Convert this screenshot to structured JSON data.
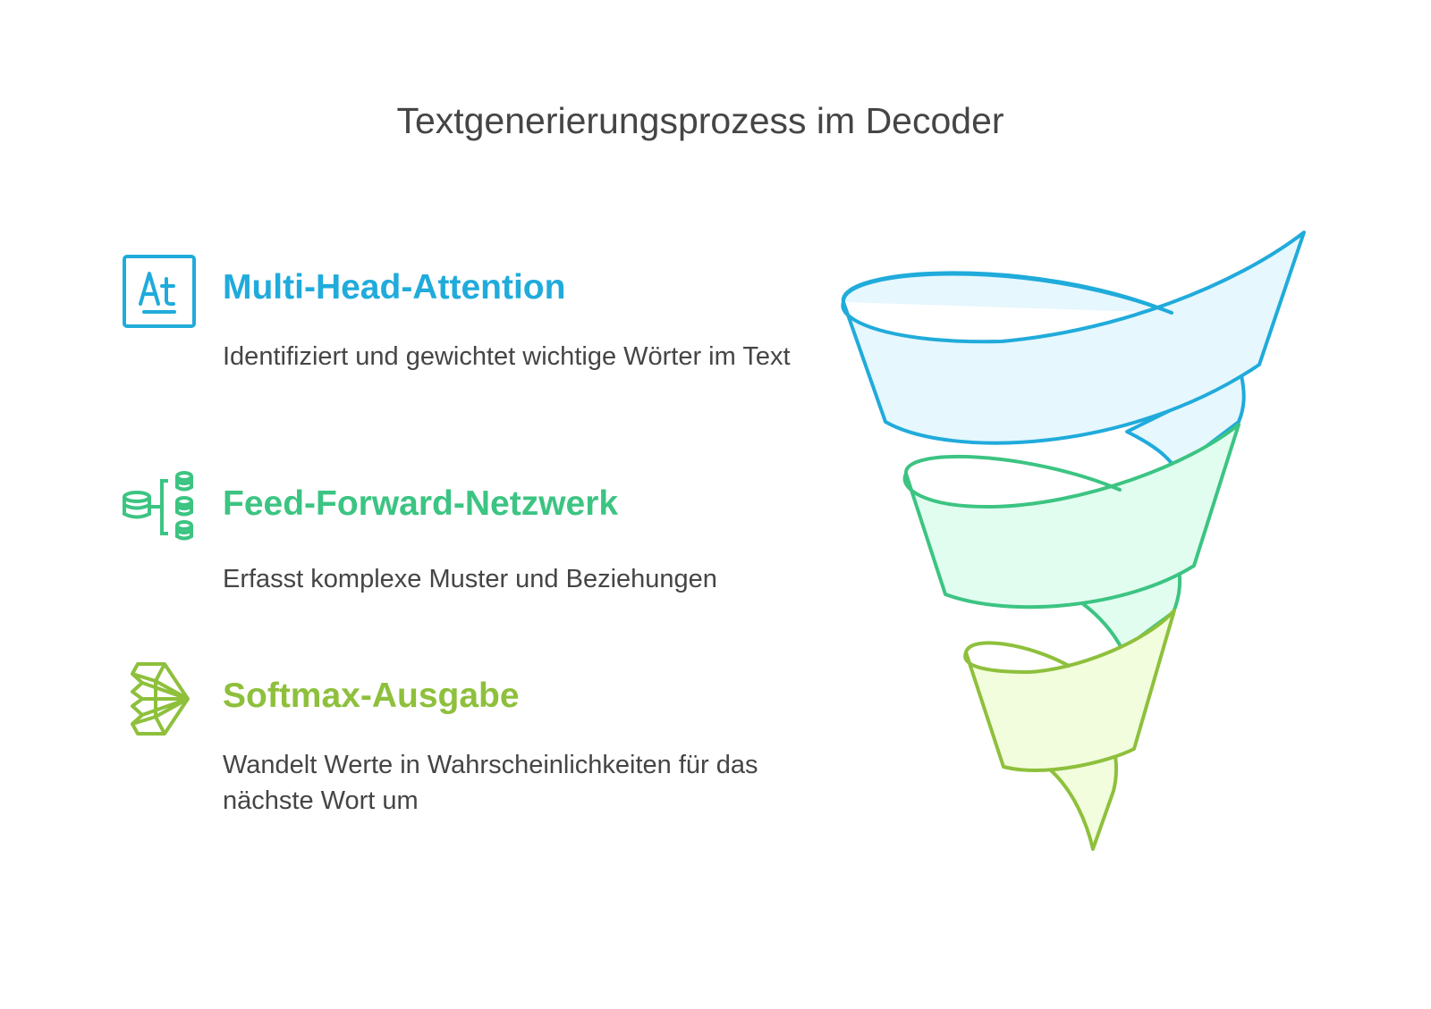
{
  "title": "Textgenerierungsprozess im Decoder",
  "steps": [
    {
      "heading": "Multi-Head-Attention",
      "description": "Identifiziert und gewichtet wichtige Wörter im Text",
      "icon": "text-attention-icon",
      "color": "#20ABDB"
    },
    {
      "heading": "Feed-Forward-Netzwerk",
      "description": "Erfasst komplexe Muster und Beziehungen",
      "icon": "database-network-icon",
      "color": "#3CC482"
    },
    {
      "heading": "Softmax-Ausgabe",
      "description": "Wandelt Werte in Wahrscheinlichkeiten für das nächste Wort um",
      "icon": "convergence-arrow-icon",
      "color": "#8EC03C"
    }
  ]
}
